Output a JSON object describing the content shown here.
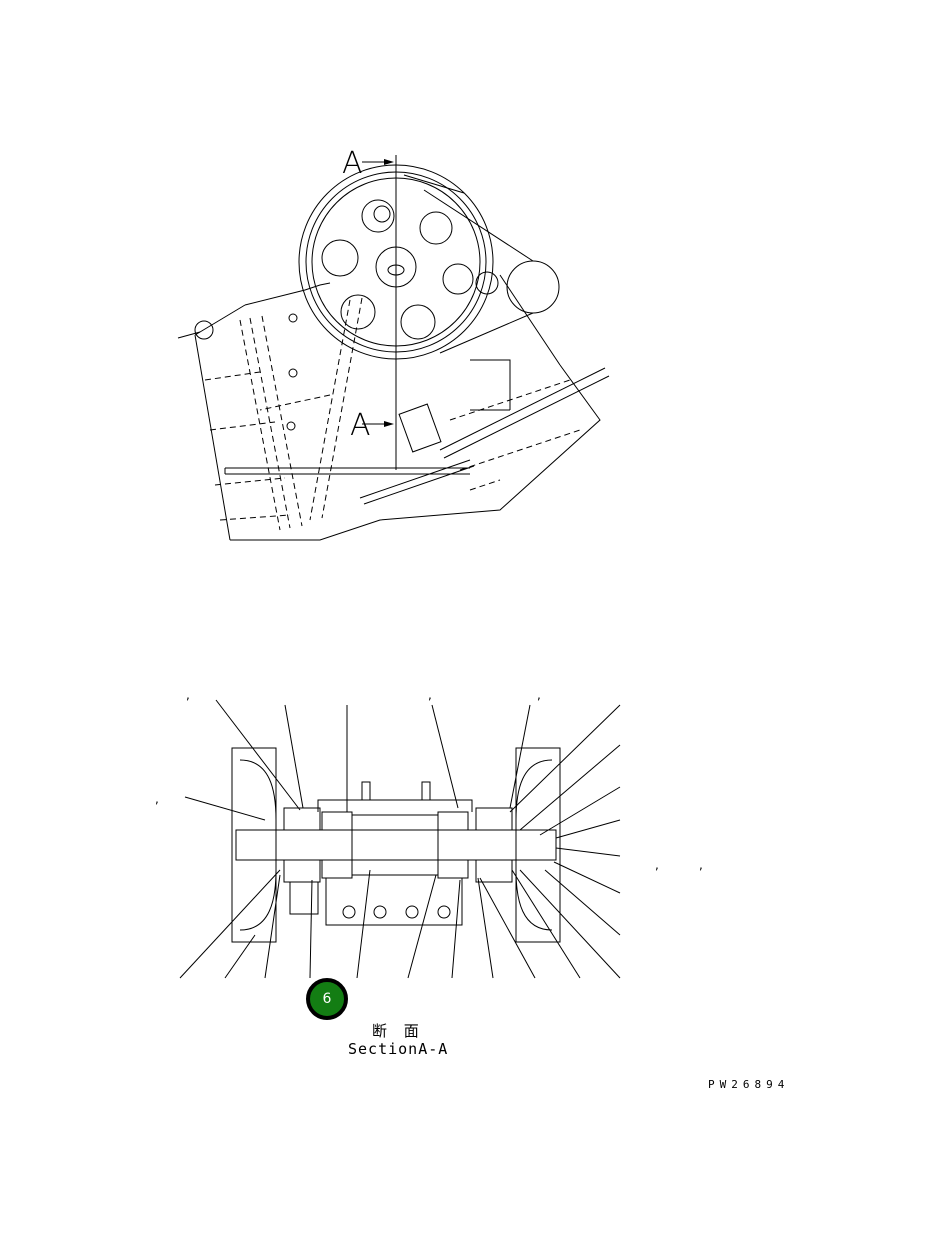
{
  "top_view": {
    "section_marker_top": "A",
    "section_marker_bottom": "A"
  },
  "section_view": {
    "caption_jp": "断 面",
    "caption_en": "SectionA-A",
    "leader_commas": [
      ",",
      ",",
      ",",
      ",",
      ",",
      ","
    ]
  },
  "callout_badge": {
    "number": "6",
    "color": "#137d13"
  },
  "drawing_number": "PW26894"
}
